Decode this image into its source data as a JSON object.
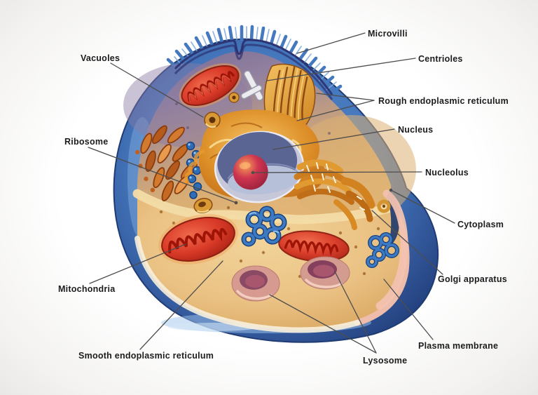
{
  "figure": {
    "type": "labeled-biology-diagram",
    "subject": "animal-cell-cutaway"
  },
  "labels": {
    "microvilli": "Microvilli",
    "centrioles": "Centrioles",
    "rough_er": "Rough endoplasmic reticulum",
    "nucleus": "Nucleus",
    "nucleolus": "Nucleolus",
    "cytoplasm": "Cytoplasm",
    "golgi": "Golgi apparatus",
    "plasma_membrane": "Plasma membrane",
    "lysosome": "Lysosome",
    "smooth_er": "Smooth endoplasmic reticulum",
    "mitochondria": "Mitochondria",
    "ribosome": "Ribosome",
    "vacuoles": "Vacuoles"
  },
  "colors": {
    "text": "#1c1c1c",
    "leader_line": "#4d4d4d",
    "membrane_blue": "#4577bd",
    "membrane_dark": "#1f3b74",
    "wall_purple": "#8b7aa3",
    "wall_gold": "#dcb173",
    "cytosol_floor": "#eac183",
    "cut_rim_pink": "#eebcab",
    "mitochondria_red": "#d93a28",
    "nucleus_slate": "#5a6594",
    "nucleolus_crimson": "#c22f44",
    "golgi_orange": "#d2821f",
    "lysosome_pink": "#d79a90",
    "ribosome_blue": "#2f6db6",
    "vesicle_gold": "#d99a36",
    "centriole_white": "#ececf0"
  }
}
